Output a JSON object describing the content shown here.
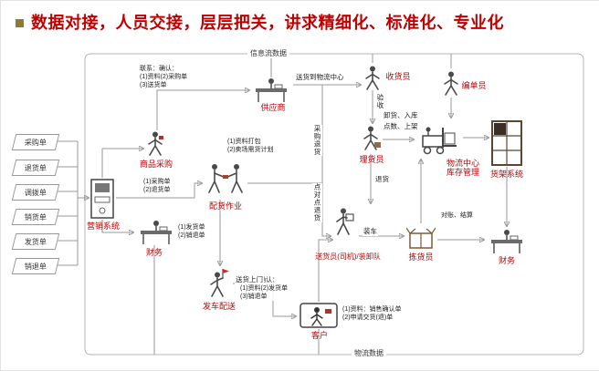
{
  "title": {
    "text": "数据对接，人员交接，层层把关，讲求精细化、标准化、专业化"
  },
  "colors": {
    "accent_red": "#c00000",
    "bullet_olive": "#8e7b33",
    "line_gray": "#9a9a9a"
  },
  "frame": {
    "top_label": "信息流数据",
    "bottom_label": "物流数据"
  },
  "documents": [
    "采购单",
    "退货单",
    "调拨单",
    "销货单",
    "发货单",
    "销退单"
  ],
  "nodes": {
    "system": {
      "label": "营销系统"
    },
    "purchase": {
      "label": "商品采购",
      "note": "(1)采购单\n(2)退货单"
    },
    "supplier": {
      "label": "供应商",
      "note": "联系：确认：\n(1)资料(2)采购单\n(3)送货单"
    },
    "receiver": {
      "label": "收货员"
    },
    "lister": {
      "label": "编单员"
    },
    "tally": {
      "label": "理货员"
    },
    "dc_stock": {
      "label": "物流中心\n库存管理"
    },
    "rack": {
      "label": "货架系统"
    },
    "allocation": {
      "label": "配货作业",
      "note": "(1)资料打包\n(2)卖场需货计划"
    },
    "finance_left": {
      "label": "财务",
      "note": "(1)发货单\n(2)销退单"
    },
    "dispatch": {
      "label": "发车配送",
      "note": "联系：确认：\n(1)资料(2)发货单\n(3)销退单"
    },
    "customer": {
      "label": "客户",
      "note": "(1)资料：销售确认单\n(2)申请交货(退)单"
    },
    "driver": {
      "label": "送货员(司机)/装卸队"
    },
    "picker": {
      "label": "拣货员"
    },
    "finance_right": {
      "label": "财务",
      "note": "对账、结算"
    }
  },
  "edges": {
    "to_dc": "送货到物流中心",
    "accept": "验收",
    "unload": "卸货、入库",
    "shelve": "点数、上架",
    "purchase_return": "采购退货",
    "p2p_return": "点对点退货",
    "return": "退货",
    "load": "装车",
    "home": "送货上门"
  }
}
